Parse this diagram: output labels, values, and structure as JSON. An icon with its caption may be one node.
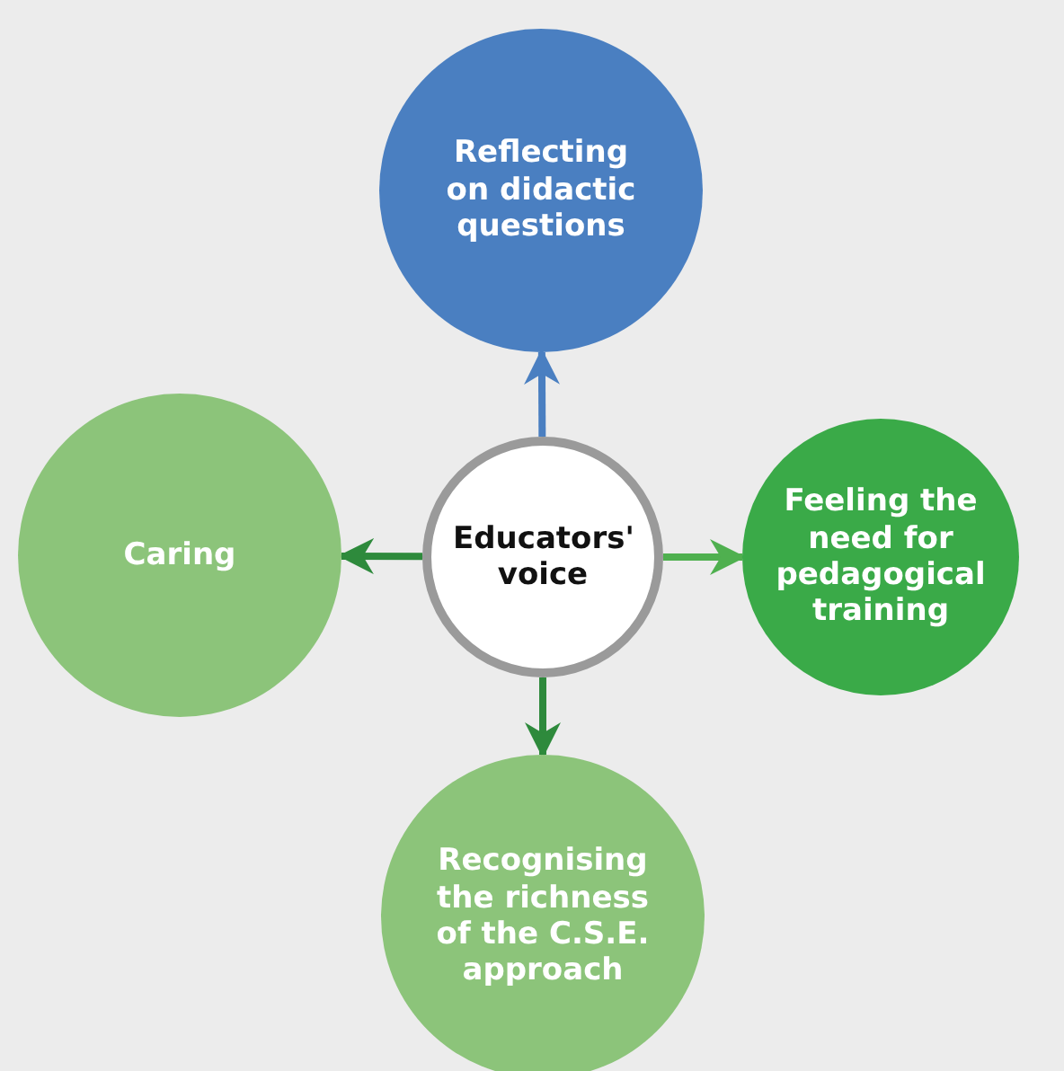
{
  "diagram": {
    "nodes": [
      {
        "text": [
          "Educators' voice"
        ]
      },
      {
        "text": [
          "Reflecting on didactic questions"
        ]
      },
      {
        "text": [
          "Feeling the need for pedagogical training"
        ]
      },
      {
        "text": [
          "Caring"
        ]
      },
      {
        "text": [
          "Recognising the richness of the C.S.E. approach"
        ]
      }
    ],
    "edges": [
      {
        "from": 0,
        "to": 1,
        "arrow": "to",
        "color": "#4a7fc1"
      },
      {
        "from": 0,
        "to": 2,
        "arrow": "to",
        "color": "#4fb04f"
      },
      {
        "from": 0,
        "to": 3,
        "arrow": "to"
      },
      {
        "from": 0,
        "to": 4,
        "arrow": "to"
      }
    ]
  }
}
